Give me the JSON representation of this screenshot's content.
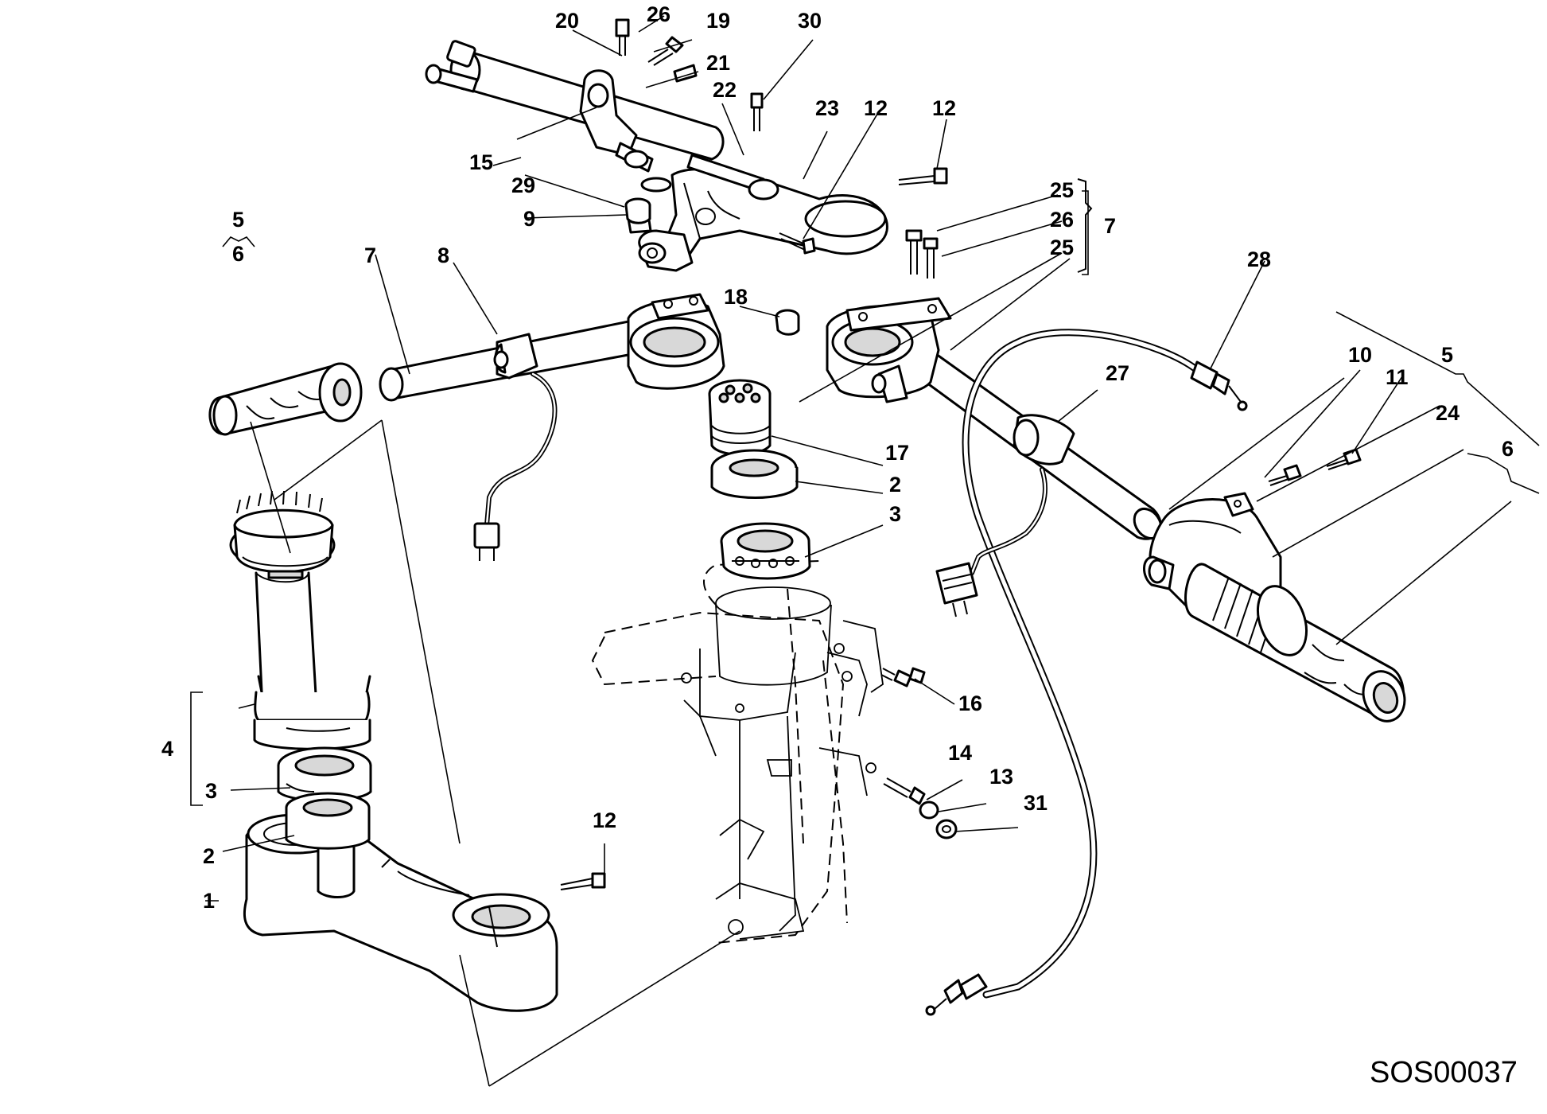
{
  "drawing_code": "SOS00037",
  "labels": {
    "l1": "1",
    "l2a": "2",
    "l2b": "2",
    "l3a": "3",
    "l3b": "3",
    "l4": "4",
    "l5a": "5",
    "l5b": "5",
    "l6a": "6",
    "l6b": "6",
    "l7a": "7",
    "l7b": "7",
    "l8": "8",
    "l9": "9",
    "l10": "10",
    "l11": "11",
    "l12a": "12",
    "l12b": "12",
    "l12c": "12",
    "l13": "13",
    "l14": "14",
    "l15": "15",
    "l16": "16",
    "l17": "17",
    "l18": "18",
    "l19": "19",
    "l20": "20",
    "l21": "21",
    "l22": "22",
    "l23": "23",
    "l24": "24",
    "l25a": "25",
    "l25b": "25",
    "l26a": "26",
    "l26b": "26",
    "l27": "27",
    "l28": "28",
    "l29": "29",
    "l30": "30",
    "l31": "31"
  }
}
